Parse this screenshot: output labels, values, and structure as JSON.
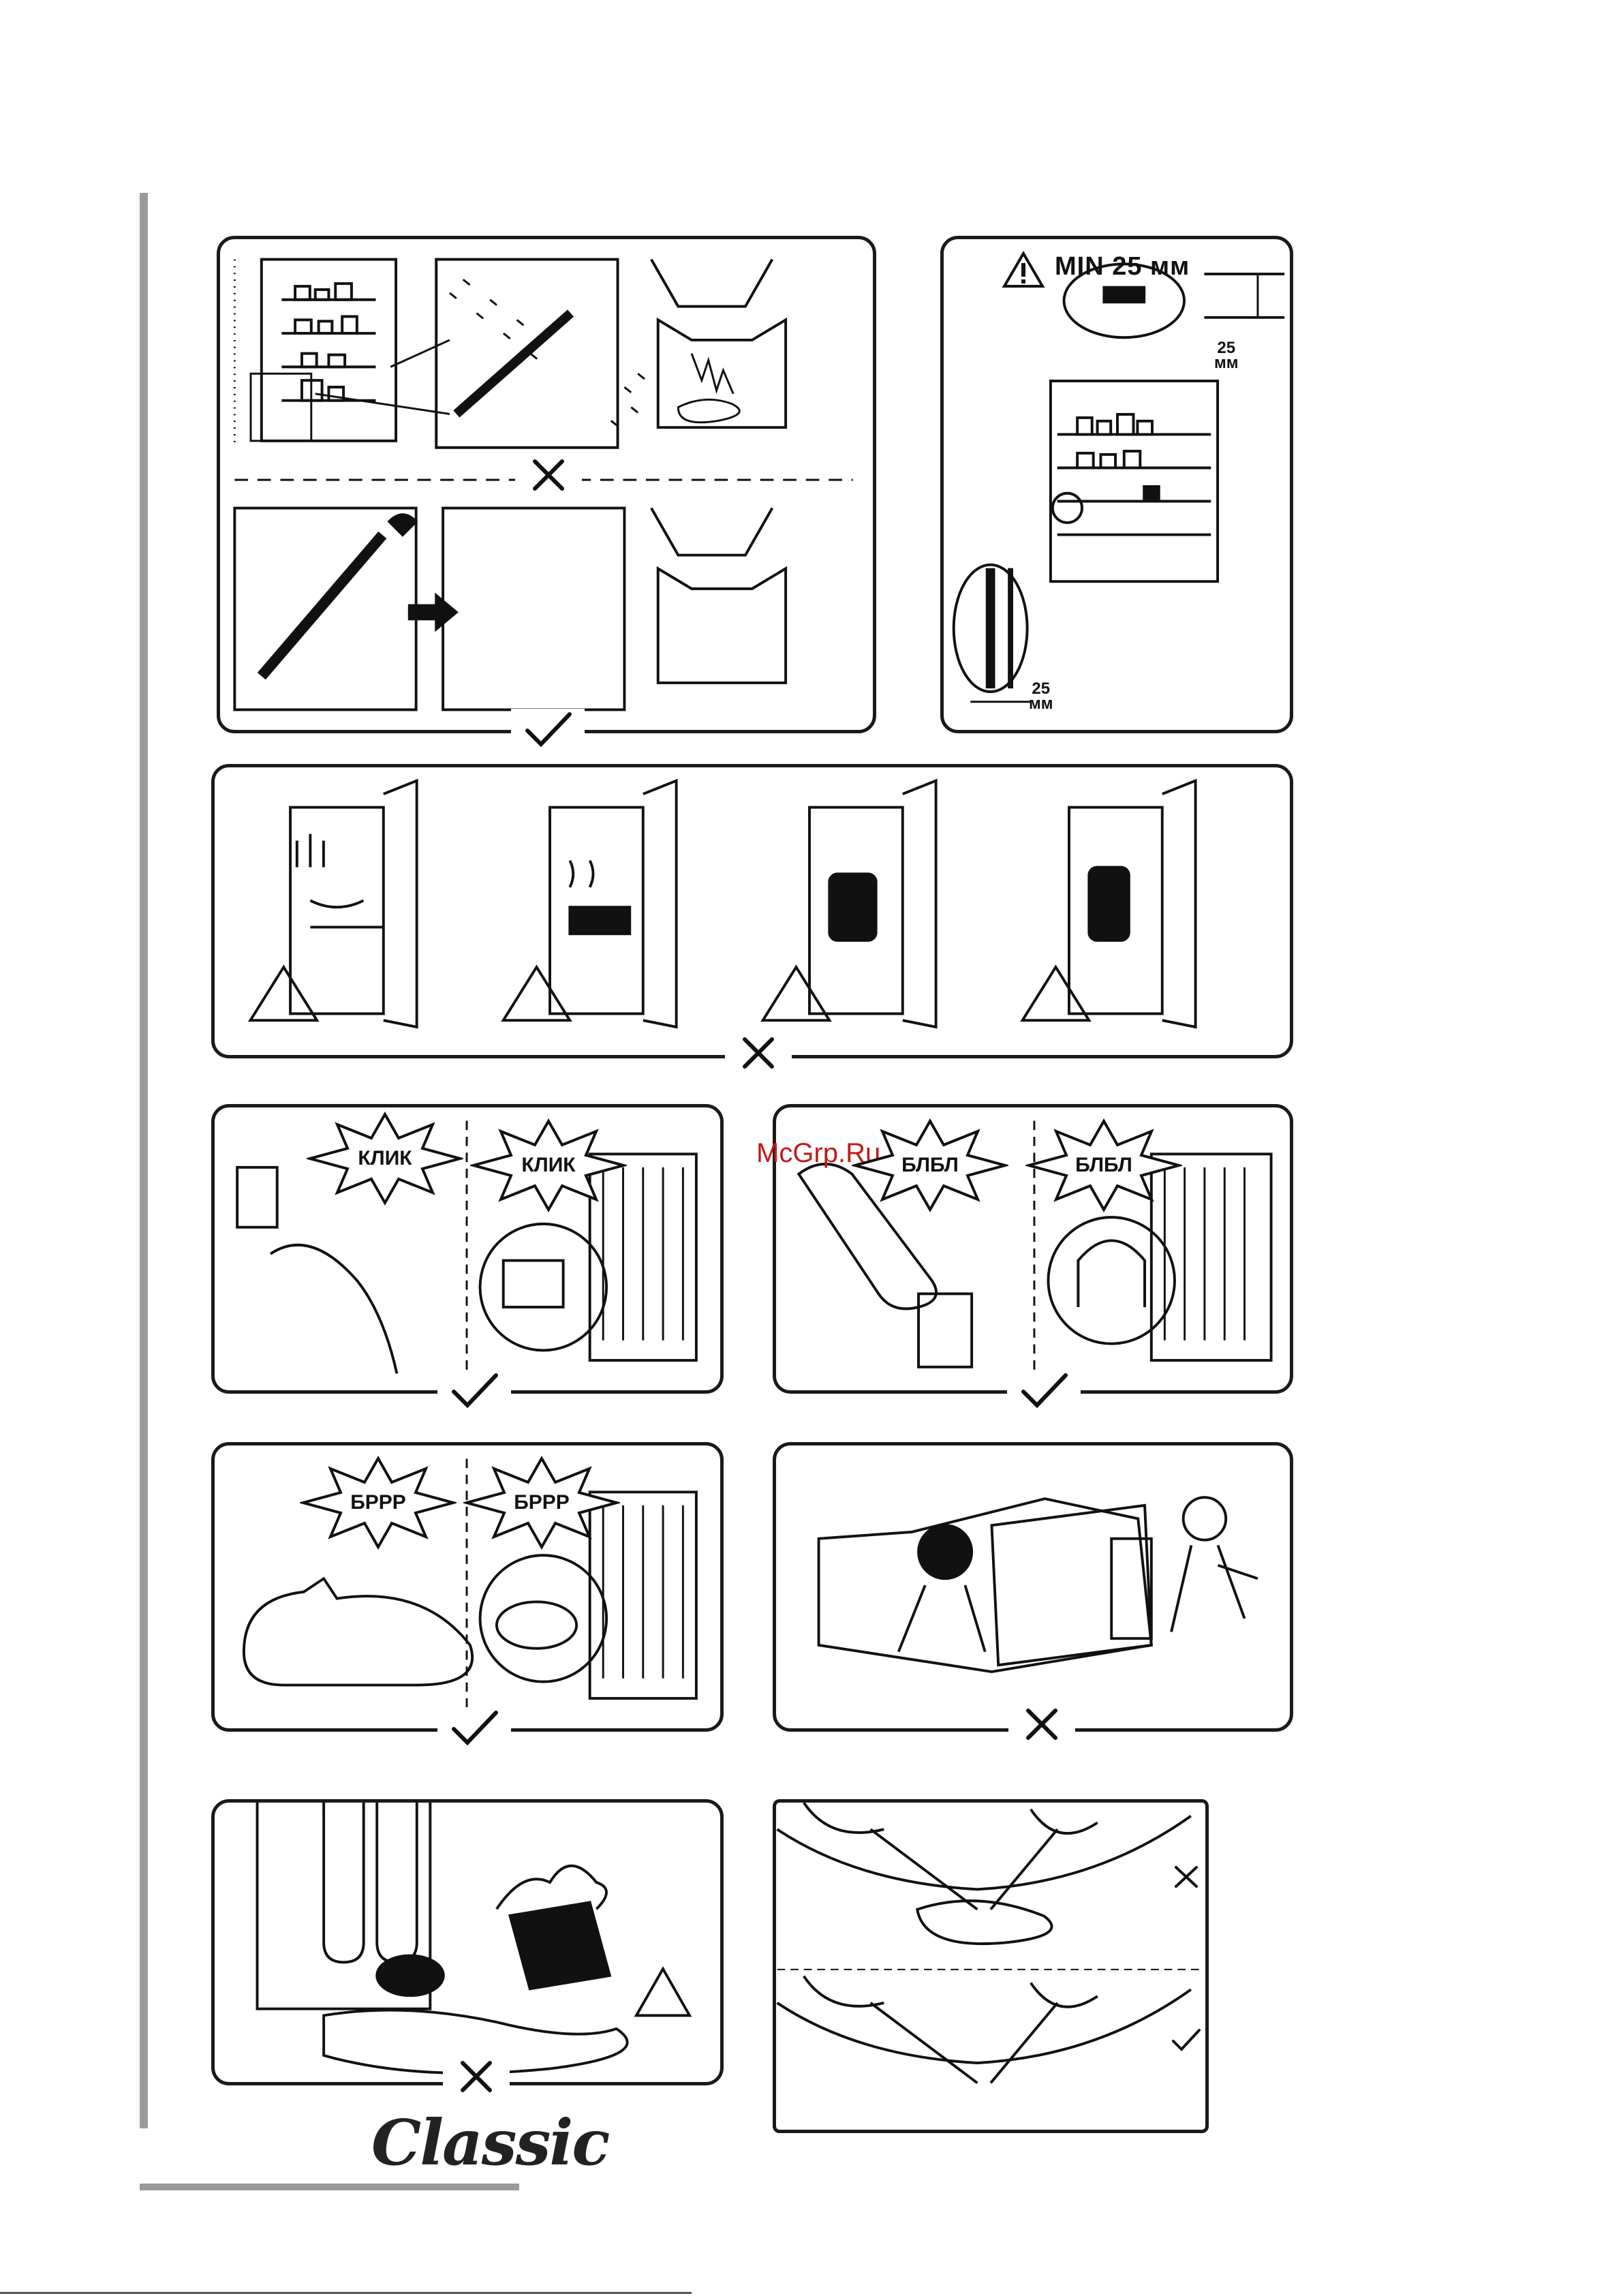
{
  "clearance": {
    "min_label": "MIN 25 мм",
    "top_value": "25",
    "top_unit": "мм",
    "side_value": "25",
    "side_unit": "мм"
  },
  "sounds": {
    "click_1": "КЛИК",
    "click_2": "КЛИК",
    "gurgle_1": "БЛБЛ",
    "gurgle_2": "БЛБЛ",
    "hum_1": "БРРР",
    "hum_2": "БРРР"
  },
  "watermark": "McGrp.Ru",
  "brand": "Classic"
}
